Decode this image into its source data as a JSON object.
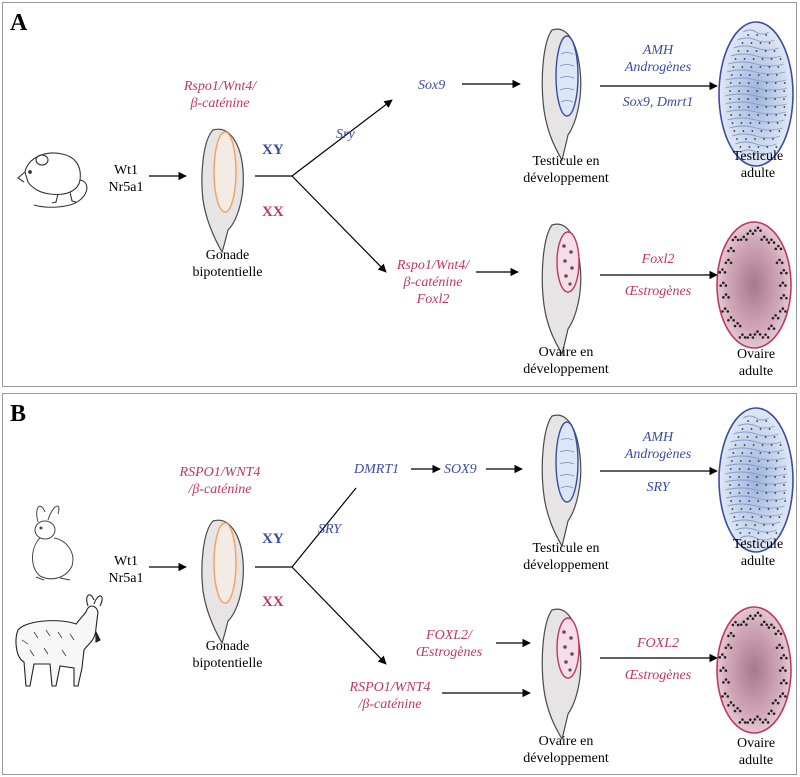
{
  "panel_a": {
    "letter": "A",
    "inputs": [
      "Wt1",
      "Nr5a1"
    ],
    "pre_factors": [
      "Rspo1/Wnt4/",
      "β-caténine"
    ],
    "xy": "XY",
    "xx": "XX",
    "gonad_label": [
      "Gonade",
      "bipotentielle"
    ],
    "sry": "Sry",
    "male_factor": "Sox9",
    "female_factors": [
      "Rspo1/Wnt4/",
      "β-caténine",
      "Foxl2"
    ],
    "testis_dev": [
      "Testicule en",
      "développement"
    ],
    "ovary_dev": [
      "Ovaire en",
      "développement"
    ],
    "male_late_top": [
      "AMH",
      "Androgènes"
    ],
    "male_late_bottom": "Sox9, Dmrt1",
    "female_late_top": "Foxl2",
    "female_late_bottom": "Œstrogènes",
    "testis_adult": [
      "Testicule",
      "adulte"
    ],
    "ovary_adult": [
      "Ovaire",
      "adulte"
    ]
  },
  "panel_b": {
    "letter": "B",
    "inputs": [
      "Wt1",
      "Nr5a1"
    ],
    "pre_factors": [
      "RSPO1/WNT4",
      "/β-caténine"
    ],
    "xy": "XY",
    "xx": "XX",
    "gonad_label": [
      "Gonade",
      "bipotentielle"
    ],
    "sry": "SRY",
    "male_factor_1": "DMRT1",
    "male_factor_2": "SOX9",
    "female_upper": [
      "FOXL2/",
      "Œstrogènes"
    ],
    "female_lower": [
      "RSPO1/WNT4",
      "/β-caténine"
    ],
    "testis_dev": [
      "Testicule en",
      "développement"
    ],
    "ovary_dev": [
      "Ovaire en",
      "développement"
    ],
    "male_late_top": [
      "AMH",
      "Androgènes"
    ],
    "male_late_bottom": "SRY",
    "female_late_top": "FOXL2",
    "female_late_bottom": "Œstrogènes",
    "testis_adult": [
      "Testicule",
      "adulte"
    ],
    "ovary_adult": [
      "Ovaire",
      "adulte"
    ]
  },
  "icons": [
    "mouse-icon",
    "rabbit-icon",
    "goat-icon"
  ],
  "colors": {
    "male": "#3a4da0",
    "female": "#c0385e",
    "gonad_fill": "#e6e4e4",
    "gonad_outline": "#4a4a4a",
    "bipotential_core": "#f4a460",
    "testis_fill": "#dbe6f7",
    "ovary_fill": "#e9c8d6"
  }
}
